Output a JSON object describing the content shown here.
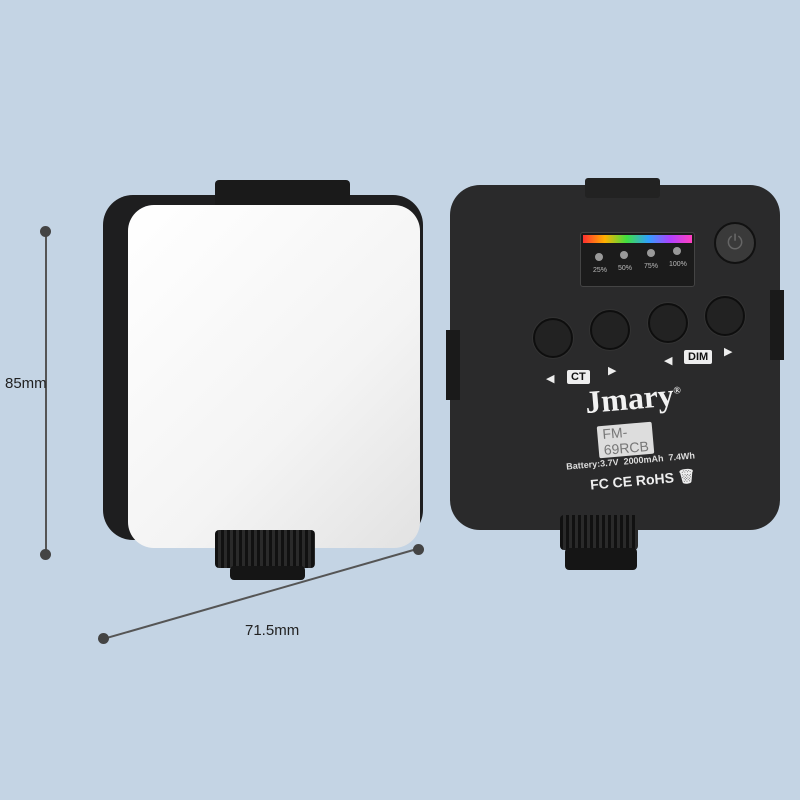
{
  "dimensions": {
    "height": "85mm",
    "width": "71.5mm"
  },
  "back_panel": {
    "brand": "Jmary",
    "registered_mark": "®",
    "model": "FM-69RCB",
    "battery": "Battery:3.7V",
    "capacity": "2000mAh",
    "energy": "7.4Wh",
    "certifications": "FC CE RoHS",
    "ct_label": "CT",
    "dim_label": "DIM",
    "levels": [
      "25%",
      "50%",
      "75%",
      "100%"
    ],
    "power_icon": "power-icon",
    "rgb_strip_colors": [
      "#ff3030",
      "#ffb000",
      "#40e040",
      "#30a0ff",
      "#b040ff",
      "#ff40c0"
    ]
  }
}
